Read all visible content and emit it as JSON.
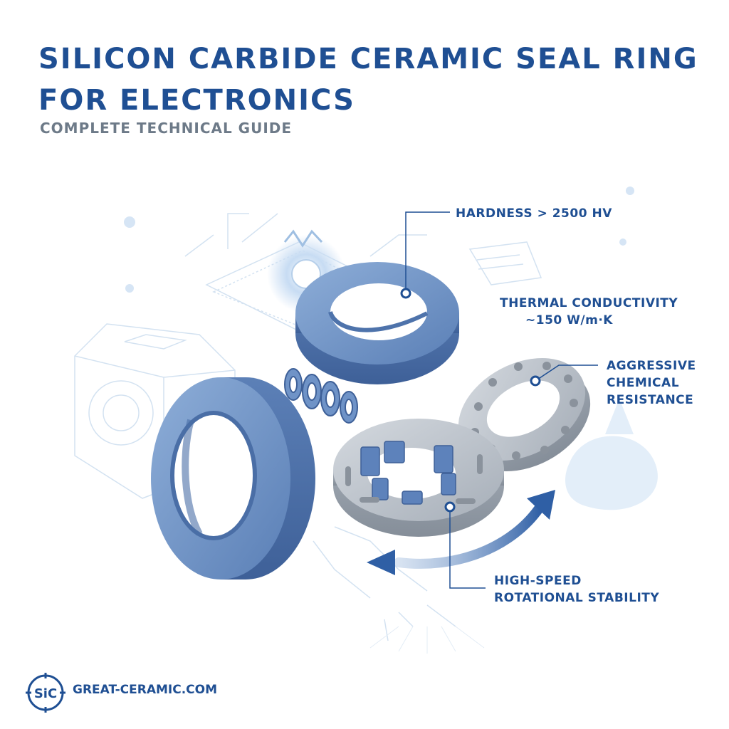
{
  "header": {
    "title_line1": "SILICON CARBIDE CERAMIC SEAL RING",
    "title_line2": "FOR ELECTRONICS",
    "subtitle": "COMPLETE TECHNICAL GUIDE"
  },
  "callouts": {
    "hardness": "HARDNESS > 2500 HV",
    "thermal_line1": "THERMAL CONDUCTIVITY",
    "thermal_line2": "~150 W/m·K",
    "chemical_line1": "AGGRESSIVE",
    "chemical_line2": "CHEMICAL",
    "chemical_line3": "RESISTANCE",
    "rotation_line1": "HIGH-SPEED",
    "rotation_line2": "ROTATIONAL STABILITY"
  },
  "footer": {
    "logo_text": "SiC",
    "website": "GREAT-CERAMIC.COM"
  },
  "colors": {
    "brand_blue": "#1f4f93",
    "ring_blue": "#6f93c7",
    "ring_gray": "#b7bec7",
    "subtitle_gray": "#6d7a88",
    "line_light": "#cfe0f0"
  }
}
